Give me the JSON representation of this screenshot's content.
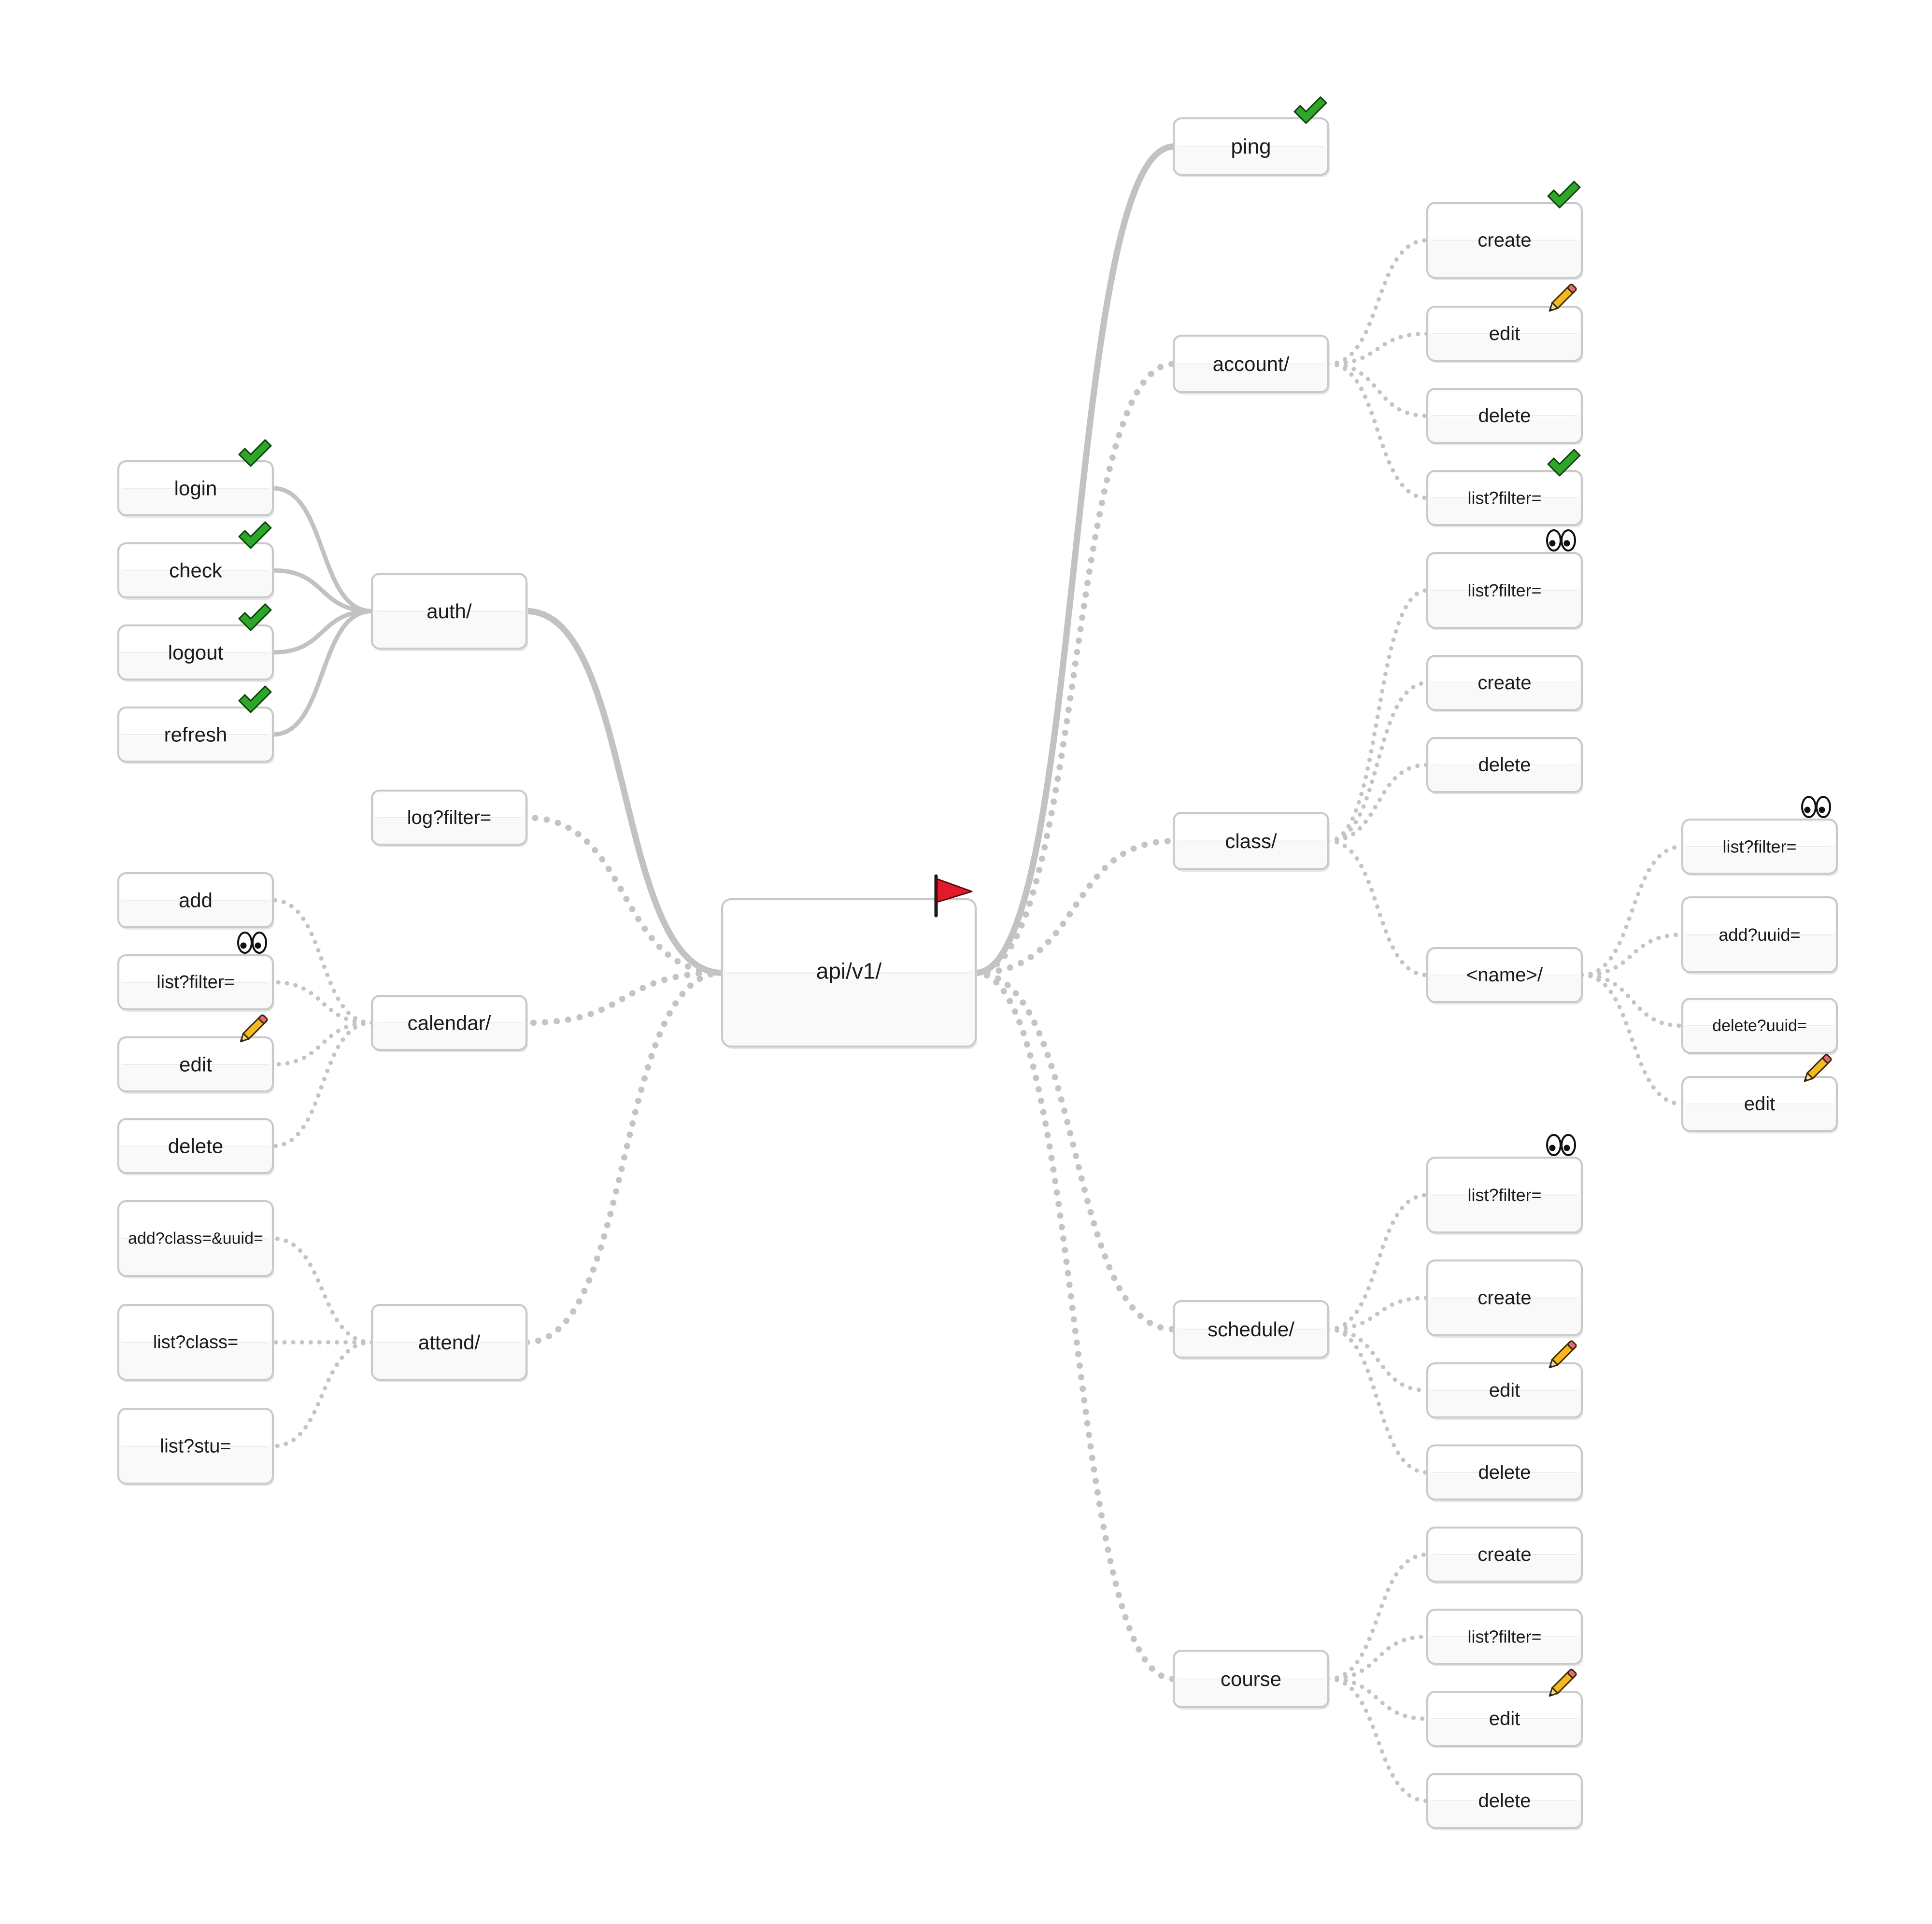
{
  "diagram": {
    "type": "mind-map",
    "root": {
      "id": "root",
      "label": "api/v1/",
      "marker": "red-flag-icon"
    },
    "nodes": [
      {
        "id": "auth",
        "label": "auth/",
        "parent": "root",
        "line": "solid"
      },
      {
        "id": "auth-login",
        "label": "login",
        "parent": "auth",
        "line": "solid",
        "marker": "check-icon"
      },
      {
        "id": "auth-check",
        "label": "check",
        "parent": "auth",
        "line": "solid",
        "marker": "check-icon"
      },
      {
        "id": "auth-logout",
        "label": "logout",
        "parent": "auth",
        "line": "solid",
        "marker": "check-icon"
      },
      {
        "id": "auth-refresh",
        "label": "refresh",
        "parent": "auth",
        "line": "solid",
        "marker": "check-icon"
      },
      {
        "id": "log",
        "label": "log?filter=",
        "parent": "root",
        "line": "dotted"
      },
      {
        "id": "calendar",
        "label": "calendar/",
        "parent": "root",
        "line": "dotted"
      },
      {
        "id": "cal-add",
        "label": "add",
        "parent": "calendar",
        "line": "dotted"
      },
      {
        "id": "cal-list",
        "label": "list?filter=",
        "parent": "calendar",
        "line": "dotted",
        "marker": "eyes-icon"
      },
      {
        "id": "cal-edit",
        "label": "edit",
        "parent": "calendar",
        "line": "dotted",
        "marker": "pencil-icon"
      },
      {
        "id": "cal-delete",
        "label": "delete",
        "parent": "calendar",
        "line": "dotted"
      },
      {
        "id": "attend",
        "label": "attend/",
        "parent": "root",
        "line": "dotted"
      },
      {
        "id": "att-add",
        "label": "add?class=&uuid=",
        "parent": "attend",
        "line": "dotted"
      },
      {
        "id": "att-listclass",
        "label": "list?class=",
        "parent": "attend",
        "line": "dotted"
      },
      {
        "id": "att-liststu",
        "label": "list?stu=",
        "parent": "attend",
        "line": "dotted"
      },
      {
        "id": "ping",
        "label": "ping",
        "parent": "root",
        "line": "solid",
        "marker": "check-icon"
      },
      {
        "id": "account",
        "label": "account/",
        "parent": "root",
        "line": "dotted"
      },
      {
        "id": "acc-create",
        "label": "create",
        "parent": "account",
        "line": "dotted",
        "marker": "check-icon"
      },
      {
        "id": "acc-edit",
        "label": "edit",
        "parent": "account",
        "line": "dotted",
        "marker": "pencil-icon"
      },
      {
        "id": "acc-delete",
        "label": "delete",
        "parent": "account",
        "line": "dotted"
      },
      {
        "id": "acc-list",
        "label": "list?filter=",
        "parent": "account",
        "line": "dotted",
        "marker": "check-icon"
      },
      {
        "id": "class",
        "label": "class/",
        "parent": "root",
        "line": "dotted"
      },
      {
        "id": "cls-list",
        "label": "list?filter=",
        "parent": "class",
        "line": "dotted",
        "marker": "eyes-icon"
      },
      {
        "id": "cls-create",
        "label": "create",
        "parent": "class",
        "line": "dotted"
      },
      {
        "id": "cls-delete",
        "label": "delete",
        "parent": "class",
        "line": "dotted"
      },
      {
        "id": "cls-name",
        "label": "<name>/",
        "parent": "class",
        "line": "dotted"
      },
      {
        "id": "name-list",
        "label": "list?filter=",
        "parent": "cls-name",
        "line": "dotted",
        "marker": "eyes-icon"
      },
      {
        "id": "name-add",
        "label": "add?uuid=",
        "parent": "cls-name",
        "line": "dotted"
      },
      {
        "id": "name-delete",
        "label": "delete?uuid=",
        "parent": "cls-name",
        "line": "dotted"
      },
      {
        "id": "name-edit",
        "label": "edit",
        "parent": "cls-name",
        "line": "dotted",
        "marker": "pencil-icon"
      },
      {
        "id": "schedule",
        "label": "schedule/",
        "parent": "root",
        "line": "dotted"
      },
      {
        "id": "sch-list",
        "label": "list?filter=",
        "parent": "schedule",
        "line": "dotted",
        "marker": "eyes-icon"
      },
      {
        "id": "sch-create",
        "label": "create",
        "parent": "schedule",
        "line": "dotted"
      },
      {
        "id": "sch-edit",
        "label": "edit",
        "parent": "schedule",
        "line": "dotted",
        "marker": "pencil-icon"
      },
      {
        "id": "sch-delete",
        "label": "delete",
        "parent": "schedule",
        "line": "dotted"
      },
      {
        "id": "course",
        "label": "course",
        "parent": "root",
        "line": "dotted"
      },
      {
        "id": "crs-create",
        "label": "create",
        "parent": "course",
        "line": "dotted"
      },
      {
        "id": "crs-list",
        "label": "list?filter=",
        "parent": "course",
        "line": "dotted"
      },
      {
        "id": "crs-edit",
        "label": "edit",
        "parent": "course",
        "line": "dotted",
        "marker": "pencil-icon"
      },
      {
        "id": "crs-delete",
        "label": "delete",
        "parent": "course",
        "line": "dotted"
      }
    ]
  }
}
